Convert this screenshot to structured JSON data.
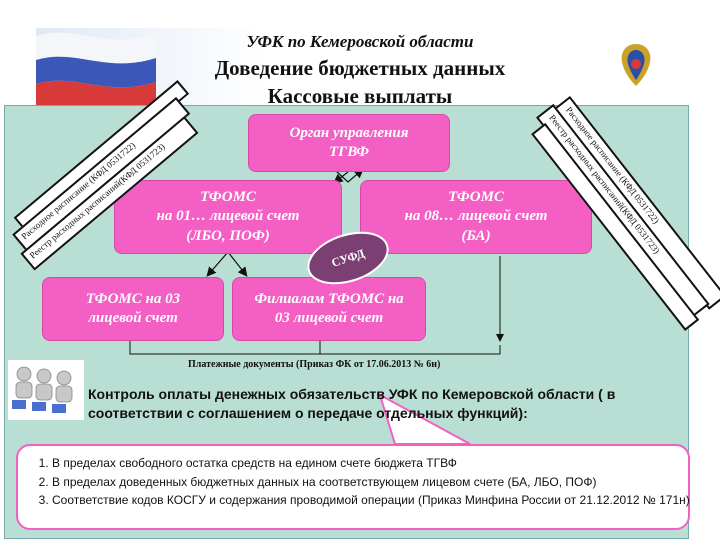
{
  "header": {
    "org": "УФК по Кемеровской области",
    "title": "Доведение бюджетных данных",
    "subtitle": "Кассовые выплаты"
  },
  "nodes": {
    "org": [
      "Орган управления",
      "ТГВФ"
    ],
    "lbo": [
      "ТФОМС",
      "на 01… лицевой счет",
      "(ЛБО, ПОФ)"
    ],
    "ba": [
      "ТФОМС",
      "на 08… лицевой счет",
      "(БА)"
    ],
    "tfoms03": [
      "ТФОМС на 03",
      "лицевой счет"
    ],
    "filial": [
      "Филиалам ТФОМС на",
      "03 лицевой счет"
    ],
    "sufd": "СУФД"
  },
  "side_labels": {
    "left": [
      "Расходное расписание (КФД 0531722)",
      "Реестр расходных расписаний(КФД 0531723)"
    ],
    "right": [
      "Расходное расписание (КФД 0531722)",
      "Реестр расходных расписаний(КФД 0531723)"
    ]
  },
  "payment_docs": "Платежные документы (Приказ ФК от 17.06.2013 № 6н)",
  "control_text": "Контроль оплаты денежных обязательств УФК по Кемеровской области ( в соответствии с соглашением о передаче отдельных функций):",
  "checks": [
    "В пределах свободного остатка средств на едином счете бюджета ТГВФ",
    "В пределах доведенных бюджетных данных на соответствующем лицевом счете (БА, ЛБО, ПОФ)",
    "Соответствие кодов КОСГУ и содержания проводимой операции (Приказ Минфина России от 21.12.2012 № 171н)"
  ],
  "icons": [
    "flag-image",
    "emblem-icon",
    "operators-icon"
  ]
}
